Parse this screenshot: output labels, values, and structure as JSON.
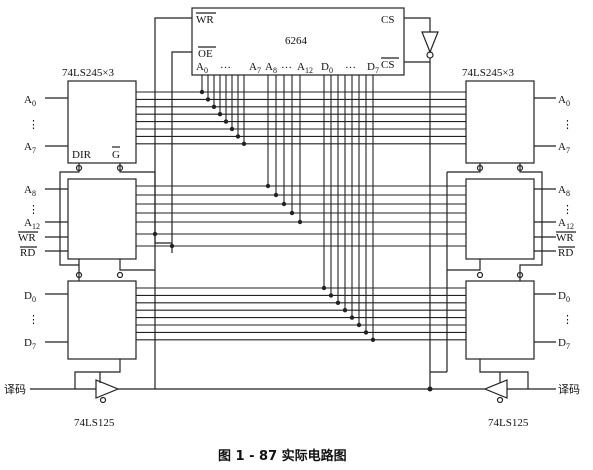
{
  "memory_chip": {
    "name": "6264",
    "pin_wr": "WR",
    "pin_oe": "OE",
    "pin_cs": "CS",
    "pin_cs_bar": "CS",
    "addr_first": "A",
    "addr_first_sub": "0",
    "addr_a7": "A",
    "addr_a7_sub": "7",
    "addr_a8": "A",
    "addr_a8_sub": "8",
    "addr_a12": "A",
    "addr_a12_sub": "12",
    "data_d0": "D",
    "data_d0_sub": "0",
    "data_d7": "D",
    "data_d7_sub": "7",
    "ellipsis": "…"
  },
  "left_buffers": {
    "title": "74LS245×3",
    "dir": "DIR",
    "g": "G",
    "a0": "A",
    "a0_sub": "0",
    "a7": "A",
    "a7_sub": "7",
    "a8": "A",
    "a8_sub": "8",
    "a12": "A",
    "a12_sub": "12",
    "wr": "WR",
    "rd": "RD",
    "d0": "D",
    "d0_sub": "0",
    "d7": "D",
    "d7_sub": "7",
    "vdots": "⋮"
  },
  "right_buffers": {
    "title": "74LS245×3",
    "a0": "A",
    "a0_sub": "0",
    "a7": "A",
    "a7_sub": "7",
    "a8": "A",
    "a8_sub": "8",
    "a12": "A",
    "a12_sub": "12",
    "wr": "WR",
    "rd": "RD",
    "d0": "D",
    "d0_sub": "0",
    "d7": "D",
    "d7_sub": "7",
    "vdots": "⋮"
  },
  "decode_left": {
    "label": "译码",
    "gate": "74LS125"
  },
  "decode_right": {
    "label": "译码",
    "gate": "74LS125"
  },
  "caption": "图 1 - 87    实际电路图"
}
